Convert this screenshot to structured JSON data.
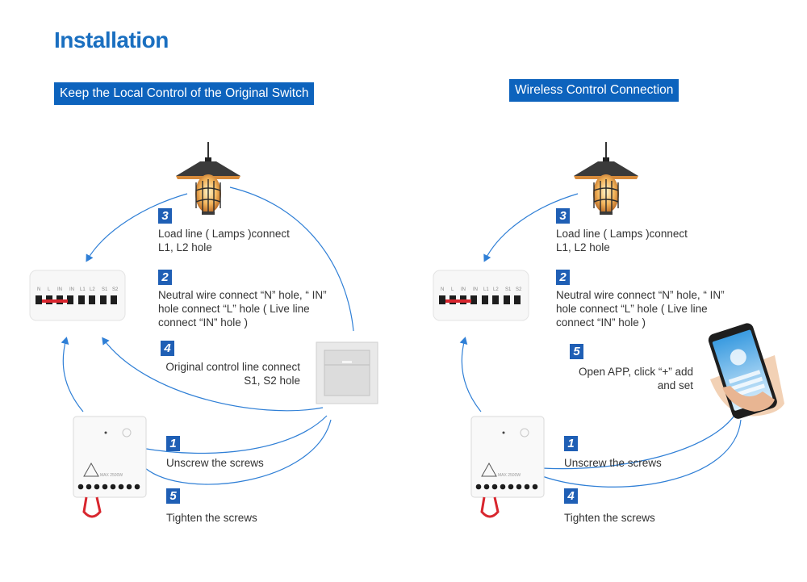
{
  "page": {
    "title": "Installation"
  },
  "left": {
    "banner": "Keep the Local Control of the Original Switch",
    "steps": [
      {
        "num": "3",
        "text": "Load line ( Lamps )connect\nL1, L2 hole"
      },
      {
        "num": "2",
        "text": "Neutral wire connect “N” hole, “ IN”\nhole connect “L” hole ( Live line\nconnect “IN” hole )"
      },
      {
        "num": "4",
        "text": "Original control line connect\nS1, S2 hole"
      },
      {
        "num": "1",
        "text": "Unscrew the screws"
      },
      {
        "num": "5",
        "text": "Tighten the screws"
      }
    ]
  },
  "right": {
    "banner": "Wireless Control Connection",
    "steps": [
      {
        "num": "3",
        "text": "Load line ( Lamps )connect\nL1, L2 hole"
      },
      {
        "num": "2",
        "text": "Neutral wire connect “N” hole, “ IN”\nhole connect “L” hole ( Live line\nconnect “IN” hole )"
      },
      {
        "num": "5",
        "text": "Open APP, click “+” add\nand set"
      },
      {
        "num": "1",
        "text": "Unscrew the screws"
      },
      {
        "num": "4",
        "text": "Tighten the screws"
      }
    ]
  },
  "module": {
    "terminal_labels": [
      "N",
      "L",
      "IN",
      "IN",
      "L1",
      "L2",
      "S1",
      "S2"
    ],
    "rating_text": "MAX 2500W"
  },
  "colors": {
    "accent": "#0d63bd",
    "arrow": "#2f7fd6",
    "wire": "#d8262e"
  }
}
